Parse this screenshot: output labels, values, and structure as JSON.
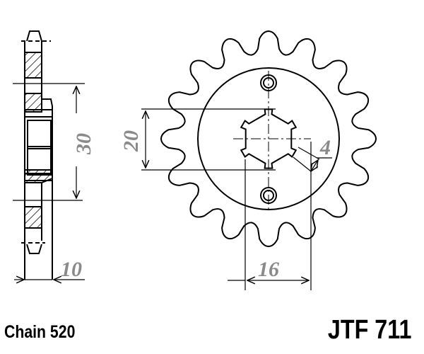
{
  "drawing": {
    "tooth_count": 16,
    "dimensions": {
      "pcd_holes": "30",
      "spline_outer": "20",
      "spline_tooth": "4",
      "spline_inner": "16",
      "width": "10"
    },
    "dimension_color": "#8a8a8a"
  },
  "captions": {
    "chain": "Chain 520",
    "part_number": "JTF 711"
  }
}
